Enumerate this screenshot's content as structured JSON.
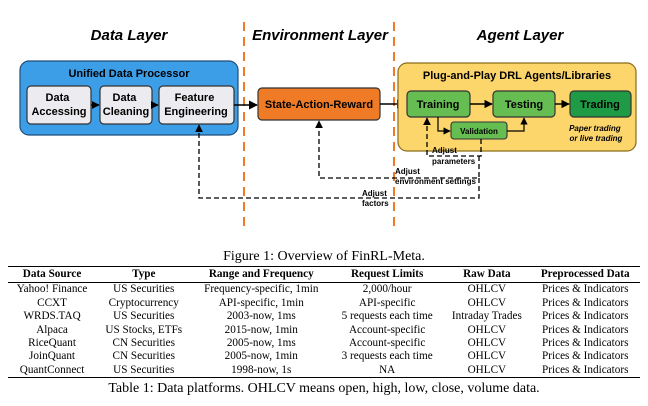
{
  "layers": {
    "data": "Data Layer",
    "environment": "Environment Layer",
    "agent": "Agent Layer"
  },
  "data_processor": {
    "title": "Unified Data Processor",
    "steps": [
      [
        "Data",
        "Accessing"
      ],
      [
        "Data",
        "Cleaning"
      ],
      [
        "Feature",
        "Engineering"
      ]
    ]
  },
  "environment": {
    "box": "State-Action-Reward"
  },
  "agents": {
    "title": "Plug-and-Play DRL Agents/Libraries",
    "training": "Training",
    "testing": "Testing",
    "validation": "Validation",
    "trading": "Trading",
    "trading_note": [
      "Paper trading",
      "or live trading"
    ]
  },
  "feedback": {
    "adjust_parameters": [
      "Adjust",
      "parameters"
    ],
    "adjust_env": [
      "Adjust",
      "environment settings"
    ],
    "adjust_factors": [
      "Adjust",
      "factors"
    ]
  },
  "figure_caption": "Figure 1: Overview of FinRL-Meta.",
  "table": {
    "headers": [
      "Data Source",
      "Type",
      "Range and Frequency",
      "Request Limits",
      "Raw Data",
      "Preprocessed Data"
    ],
    "rows": [
      [
        "Yahoo! Finance",
        "US Securities",
        "Frequency-specific, 1min",
        "2,000/hour",
        "OHLCV",
        "Prices & Indicators"
      ],
      [
        "CCXT",
        "Cryptocurrency",
        "API-specific, 1min",
        "API-specific",
        "OHLCV",
        "Prices & Indicators"
      ],
      [
        "WRDS.TAQ",
        "US Securities",
        "2003-now, 1ms",
        "5 requests each time",
        "Intraday Trades",
        "Prices & Indicators"
      ],
      [
        "Alpaca",
        "US Stocks, ETFs",
        "2015-now, 1min",
        "Account-specific",
        "OHLCV",
        "Prices & Indicators"
      ],
      [
        "RiceQuant",
        "CN Securities",
        "2005-now, 1ms",
        "Account-specific",
        "OHLCV",
        "Prices & Indicators"
      ],
      [
        "JoinQuant",
        "CN Securities",
        "2005-now, 1min",
        "3 requests each time",
        "OHLCV",
        "Prices & Indicators"
      ],
      [
        "QuantConnect",
        "US Securities",
        "1998-now, 1s",
        "NA",
        "OHLCV",
        "Prices & Indicators"
      ]
    ]
  },
  "table_caption": "Table 1: Data platforms. OHLCV means open, high, low, close, volume data.",
  "colors": {
    "processor_blue": "#3d9ee8",
    "step_box": "#ececf0",
    "env_orange": "#f07b27",
    "separator_orange": "#f07b27",
    "agent_yellow": "#fcd56b",
    "agent_green": "#66bd52",
    "trading_green": "#1f9a45"
  }
}
